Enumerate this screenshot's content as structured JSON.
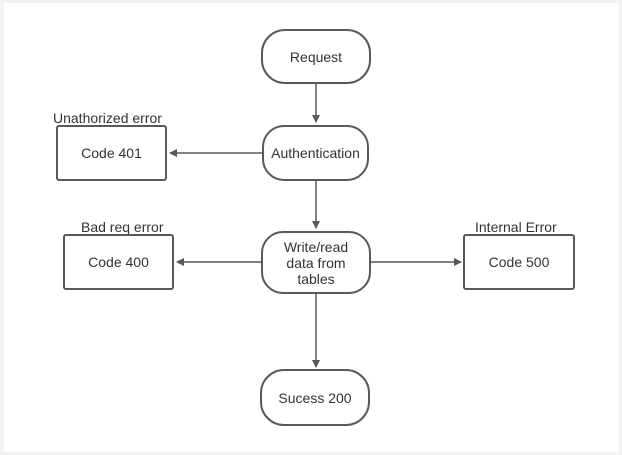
{
  "nodes": {
    "request": "Request",
    "authentication": "Authentication",
    "code401": "Code 401",
    "write_read": [
      "Write/read",
      "data from",
      "tables"
    ],
    "code400": "Code 400",
    "code500": "Code 500",
    "success": "Sucess 200"
  },
  "labels": {
    "unauthorized": "Unathorized error",
    "bad_request": "Bad req error",
    "internal": "Internal Error"
  },
  "colors": {
    "stroke": "#595959",
    "text": "#333333",
    "background": "#ffffff"
  }
}
